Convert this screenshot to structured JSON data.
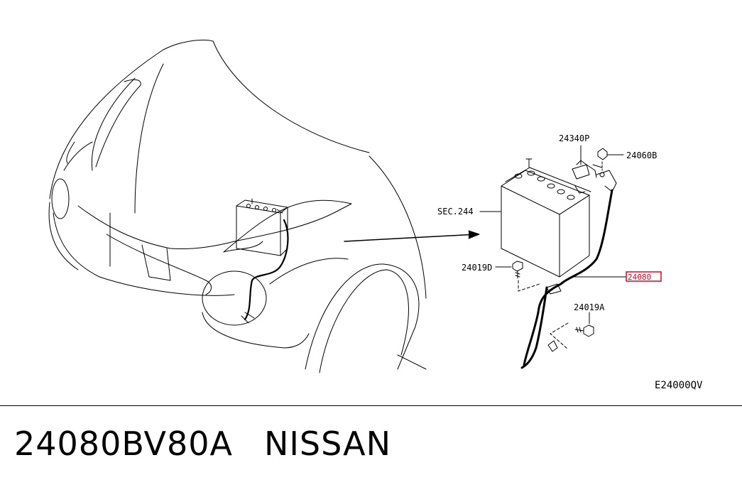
{
  "diagram": {
    "labels": {
      "sec244": "SEC.244",
      "p24340p": "24340P",
      "p24060b": "24060B",
      "p24019d": "24019D",
      "p24080": "24080",
      "p24019a": "24019A",
      "figure_code": "E24000QV"
    },
    "highlight_color": "#e8001c"
  },
  "footer": {
    "part_number": "24080BV80A",
    "brand": "NISSAN"
  }
}
